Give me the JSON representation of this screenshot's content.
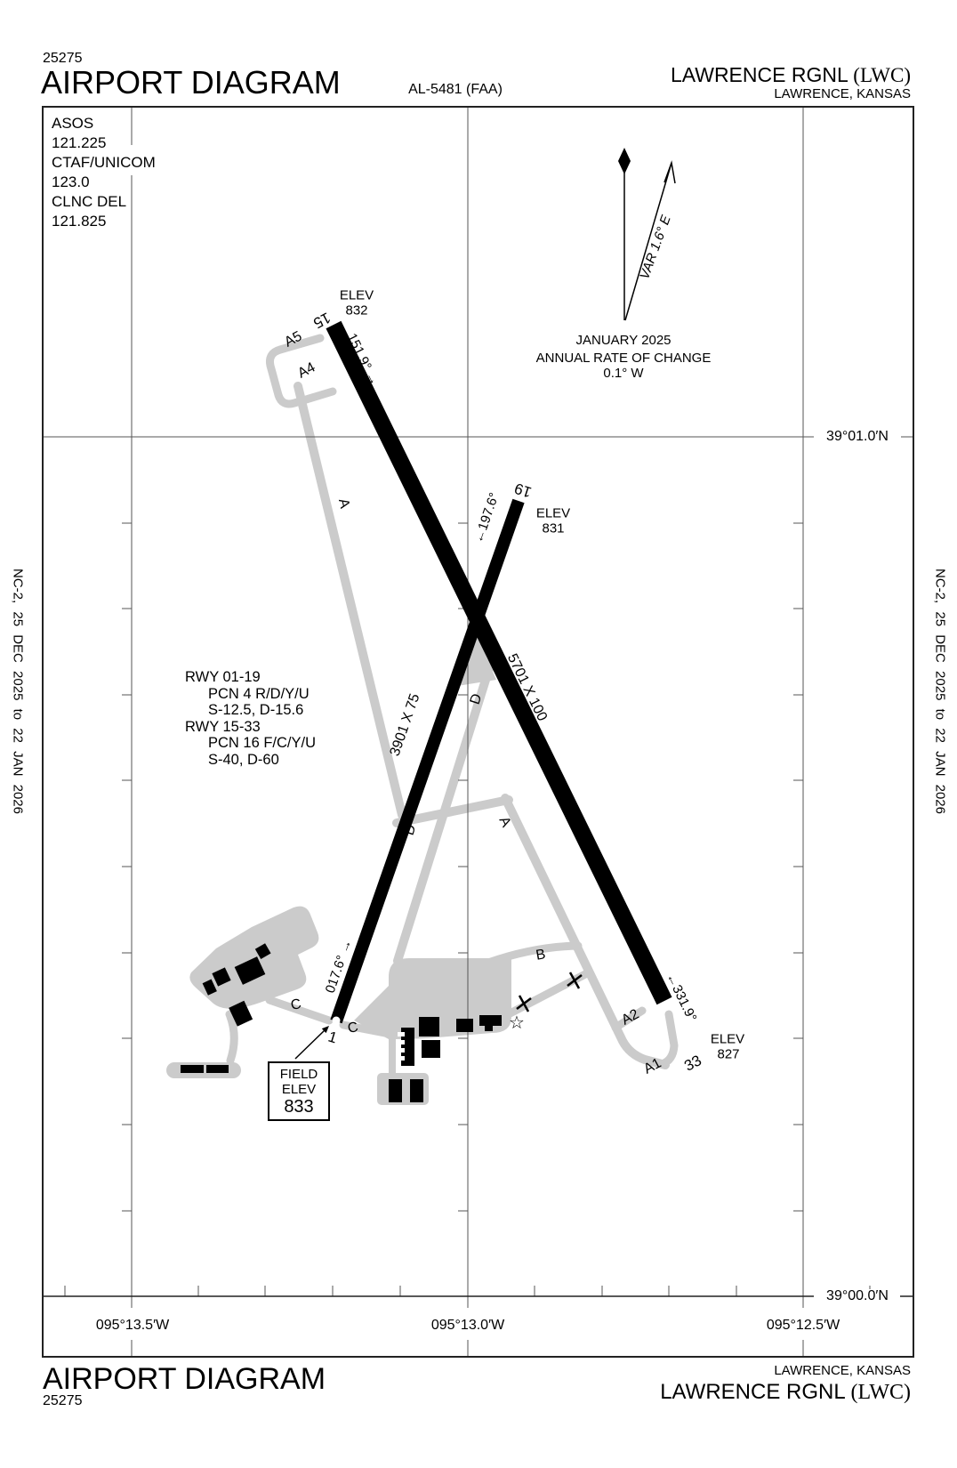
{
  "header": {
    "code": "25275",
    "title": "AIRPORT DIAGRAM",
    "chart_ref": "AL-5481 (FAA)",
    "airport_name": "LAWRENCE RGNL ",
    "airport_id": "(LWC)",
    "city": "LAWRENCE, KANSAS"
  },
  "footer": {
    "title": "AIRPORT DIAGRAM",
    "code": "25275",
    "city": "LAWRENCE, KANSAS",
    "airport_name": "LAWRENCE RGNL ",
    "airport_id": "(LWC)"
  },
  "margin_note": "NC-2, 25 DEC 2025 to 22 JAN 2026",
  "comm": {
    "lines": [
      "ASOS",
      "121.225",
      "CTAF/UNICOM",
      "123.0",
      "CLNC DEL",
      "121.825"
    ]
  },
  "compass": {
    "variation": "VAR 1.6° E",
    "date": "JANUARY 2025",
    "rate_label": "ANNUAL RATE OF CHANGE",
    "rate_value": "0.1° W"
  },
  "grid": {
    "lat": [
      "39°01.0′N",
      "39°00.0′N"
    ],
    "lon": [
      "095°13.5′W",
      "095°13.0′W",
      "095°12.5′W"
    ]
  },
  "runway_data_block": [
    "RWY 01-19",
    "PCN 4 R/D/Y/U",
    "S-12.5, D-15.6",
    "RWY 15-33",
    "PCN 16 F/C/Y/U",
    "S-40, D-60"
  ],
  "elev_label": "ELEV",
  "runways": {
    "rwy_15_33": {
      "num_15": "15",
      "num_33": "33",
      "hdg_15": "151.9°",
      "hdg_33": "331.9°",
      "dims": "5701 X 100",
      "elev_15": "832",
      "elev_33": "827"
    },
    "rwy_01_19": {
      "num_1": "1",
      "num_19": "19",
      "hdg_01": "017.6°",
      "hdg_19": "197.6°",
      "dims": "3901 X 75",
      "elev_19": "831"
    }
  },
  "field_elev": {
    "line1": "FIELD",
    "line2": "ELEV",
    "value": "833"
  },
  "taxiways": {
    "a": "A",
    "a1": "A1",
    "a2": "A2",
    "a4": "A4",
    "a5": "A5",
    "b": "B",
    "c": "C",
    "d": "D"
  },
  "icons": {
    "arrow_right": "→",
    "arrow_left": "←",
    "star": "☆"
  },
  "colors": {
    "pavement": "#cbcbcb",
    "runway": "#000000",
    "ink": "#000000",
    "grid": "#555555"
  }
}
